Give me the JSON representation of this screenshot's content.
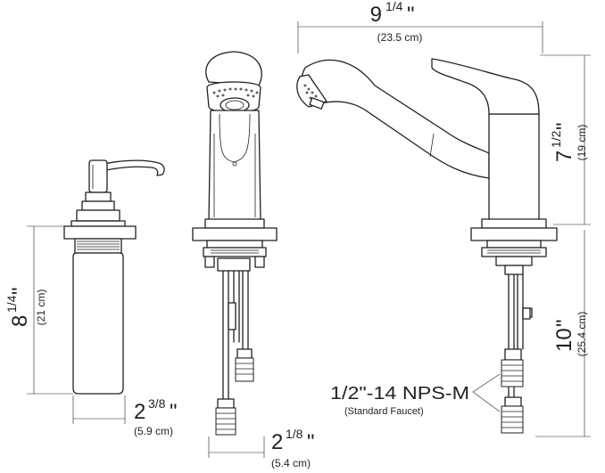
{
  "dimensions": {
    "width_top": {
      "main": "9",
      "frac": "1/4",
      "quote": "\"",
      "metric": "(23.5 cm)"
    },
    "height_faucet": {
      "main": "7",
      "frac": "1/2",
      "quote": "\"",
      "metric": "(19 cm)"
    },
    "height_dispenser": {
      "main": "8",
      "frac": "1/4",
      "quote": "\"",
      "metric": "(21 cm)"
    },
    "dispenser_width": {
      "main": "2",
      "frac": "3/8",
      "quote": "\"",
      "metric": "(5.9 cm)"
    },
    "shank_width": {
      "main": "2",
      "frac": "1/8",
      "quote": "\"",
      "metric": "(5.4 cm)"
    },
    "below_deck": {
      "main": "10",
      "quote": "\"",
      "metric": "(25.4 cm)"
    }
  },
  "connection": {
    "label": "1/2\"-14 NPS-M",
    "sublabel": "(Standard Faucet)"
  }
}
